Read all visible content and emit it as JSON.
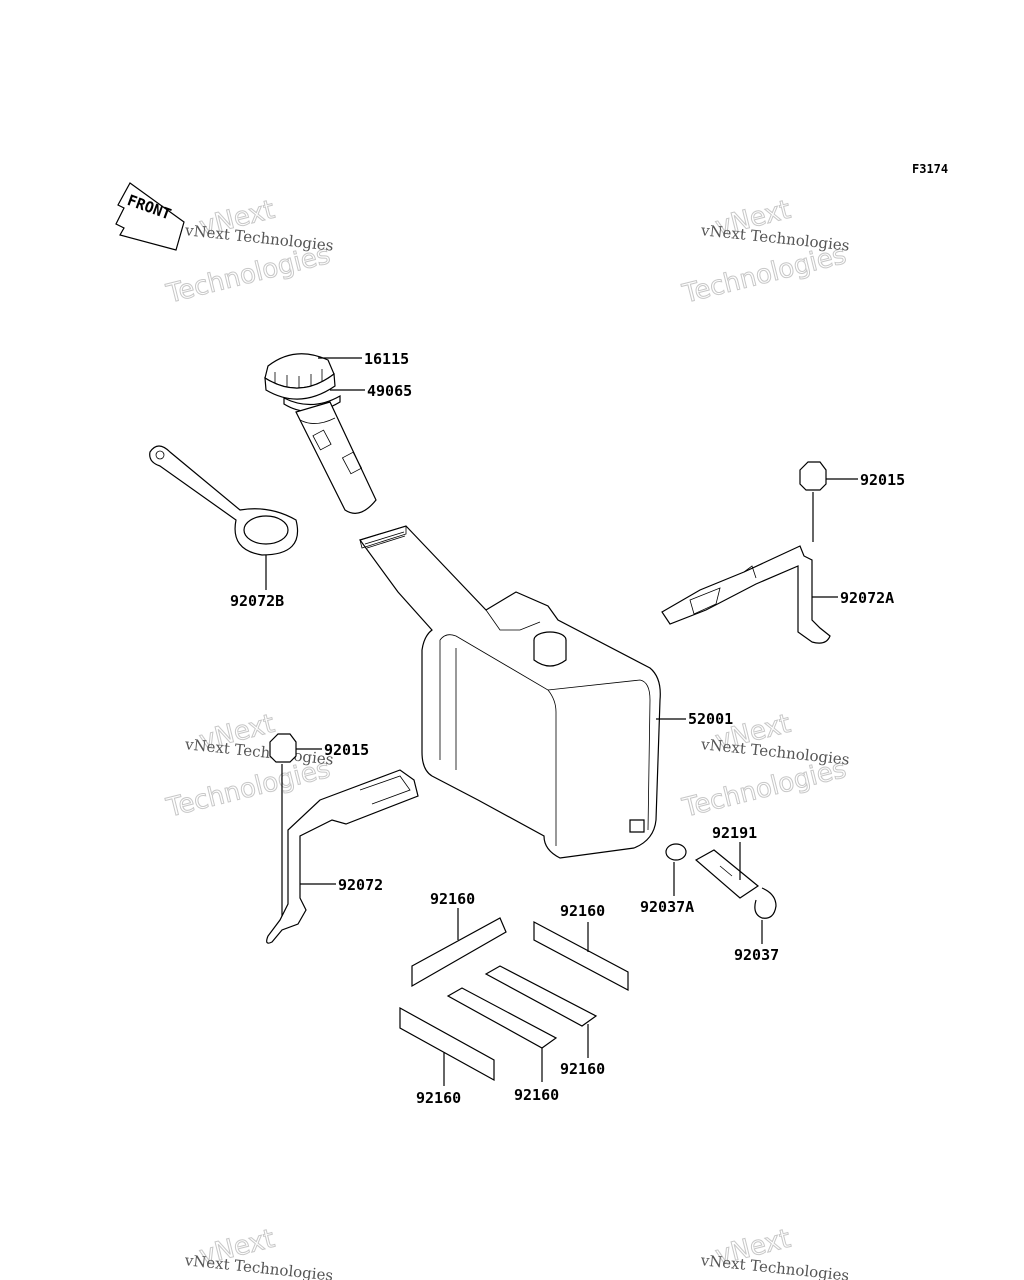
{
  "figure_code": "F3174",
  "front_label": "FRONT",
  "watermark": {
    "line1": "vNext",
    "line2": "Technologies",
    "caption": "vNext Technologies"
  },
  "parts": {
    "cap": "16115",
    "filter": "49065",
    "strap": "92072B",
    "nut_right": "92015",
    "bracket_right": "92072A",
    "tank": "52001",
    "nut_left": "92015",
    "bracket_left": "92072",
    "hose": "92191",
    "clamp_a": "92037A",
    "clamp": "92037",
    "pad_1": "92160",
    "pad_2": "92160",
    "pad_3": "92160",
    "pad_4": "92160",
    "pad_5": "92160"
  }
}
